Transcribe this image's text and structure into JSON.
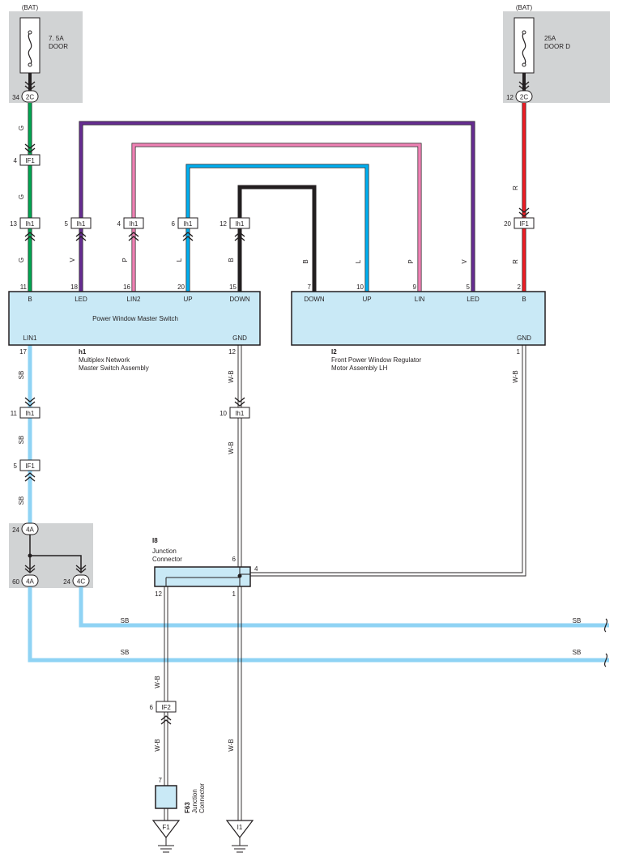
{
  "sources": {
    "left": {
      "label": "(BAT)",
      "fuse_rating": "7. 5A",
      "fuse_name": "DOOR"
    },
    "right": {
      "label": "(BAT)",
      "fuse_rating": "25A",
      "fuse_name": "DOOR D"
    }
  },
  "components": {
    "h1": {
      "code": "h1",
      "title": "Power Window Master Switch",
      "name_line1": "Multiplex Network",
      "name_line2": "Master Switch Assembly",
      "terminals": {
        "b": "B",
        "led": "LED",
        "lin2": "LIN2",
        "up": "UP",
        "down": "DOWN",
        "lin1": "LIN1",
        "gnd": "GND"
      },
      "pins": {
        "b": "11",
        "led": "18",
        "lin2": "16",
        "up": "20",
        "down": "15",
        "lin1": "17",
        "gnd": "12"
      }
    },
    "i2": {
      "code": "I2",
      "name_line1": "Front Power Window Regulator",
      "name_line2": "Motor Assembly LH",
      "terminals": {
        "down": "DOWN",
        "up": "UP",
        "lin": "LIN",
        "led": "LED",
        "b": "B",
        "gnd": "GND"
      },
      "pins": {
        "down": "7",
        "up": "10",
        "lin": "9",
        "led": "5",
        "b": "2",
        "gnd": "1"
      }
    },
    "i8": {
      "code": "I8",
      "name_line1": "Junction",
      "name_line2": "Connector",
      "pins": {
        "p6": "6",
        "p4": "4",
        "p12": "12",
        "p1": "1"
      }
    },
    "f63": {
      "code": "F63",
      "name_line1": "Junction",
      "name_line2": "Connector",
      "pin": "7"
    }
  },
  "connectors": [
    {
      "id": "c-2c-left",
      "code": "2C",
      "pin": "34"
    },
    {
      "id": "c-2c-right",
      "code": "2C",
      "pin": "12"
    },
    {
      "id": "c-if1-g",
      "code": "IF1",
      "pin": "4"
    },
    {
      "id": "c-lh1-g",
      "code": "lh1",
      "pin": "13"
    },
    {
      "id": "c-lh1-v",
      "code": "lh1",
      "pin": "5"
    },
    {
      "id": "c-lh1-p",
      "code": "lh1",
      "pin": "4"
    },
    {
      "id": "c-lh1-l",
      "code": "lh1",
      "pin": "6"
    },
    {
      "id": "c-lh1-b",
      "code": "lh1",
      "pin": "12"
    },
    {
      "id": "c-if1-r",
      "code": "IF1",
      "pin": "20"
    },
    {
      "id": "c-lh1-sb",
      "code": "lh1",
      "pin": "11"
    },
    {
      "id": "c-lh1-wb",
      "code": "lh1",
      "pin": "10"
    },
    {
      "id": "c-if1-sb",
      "code": "IF1",
      "pin": "5"
    },
    {
      "id": "c-4a-top",
      "code": "4A",
      "pin": "24"
    },
    {
      "id": "c-4a-bot",
      "code": "4A",
      "pin": "60"
    },
    {
      "id": "c-4c",
      "code": "4C",
      "pin": "24"
    },
    {
      "id": "c-if2",
      "code": "IF2",
      "pin": "6"
    }
  ],
  "grounds": {
    "f1": "F1",
    "i1": "I1"
  },
  "wire_labels": {
    "green": "G",
    "violet": "V",
    "pink": "P",
    "blue": "L",
    "black": "B",
    "red": "R",
    "sky_blue": "SB",
    "white_black": "W-B"
  },
  "colors": {
    "green": "#00a651",
    "violet": "#662d91",
    "pink": "#ee82b4",
    "blue": "#00aeef",
    "black": "#231f20",
    "red": "#ed1c24",
    "sky_blue": "#8fd3f4",
    "component_fill": "#c9e9f6",
    "shade": "#d1d3d4"
  }
}
